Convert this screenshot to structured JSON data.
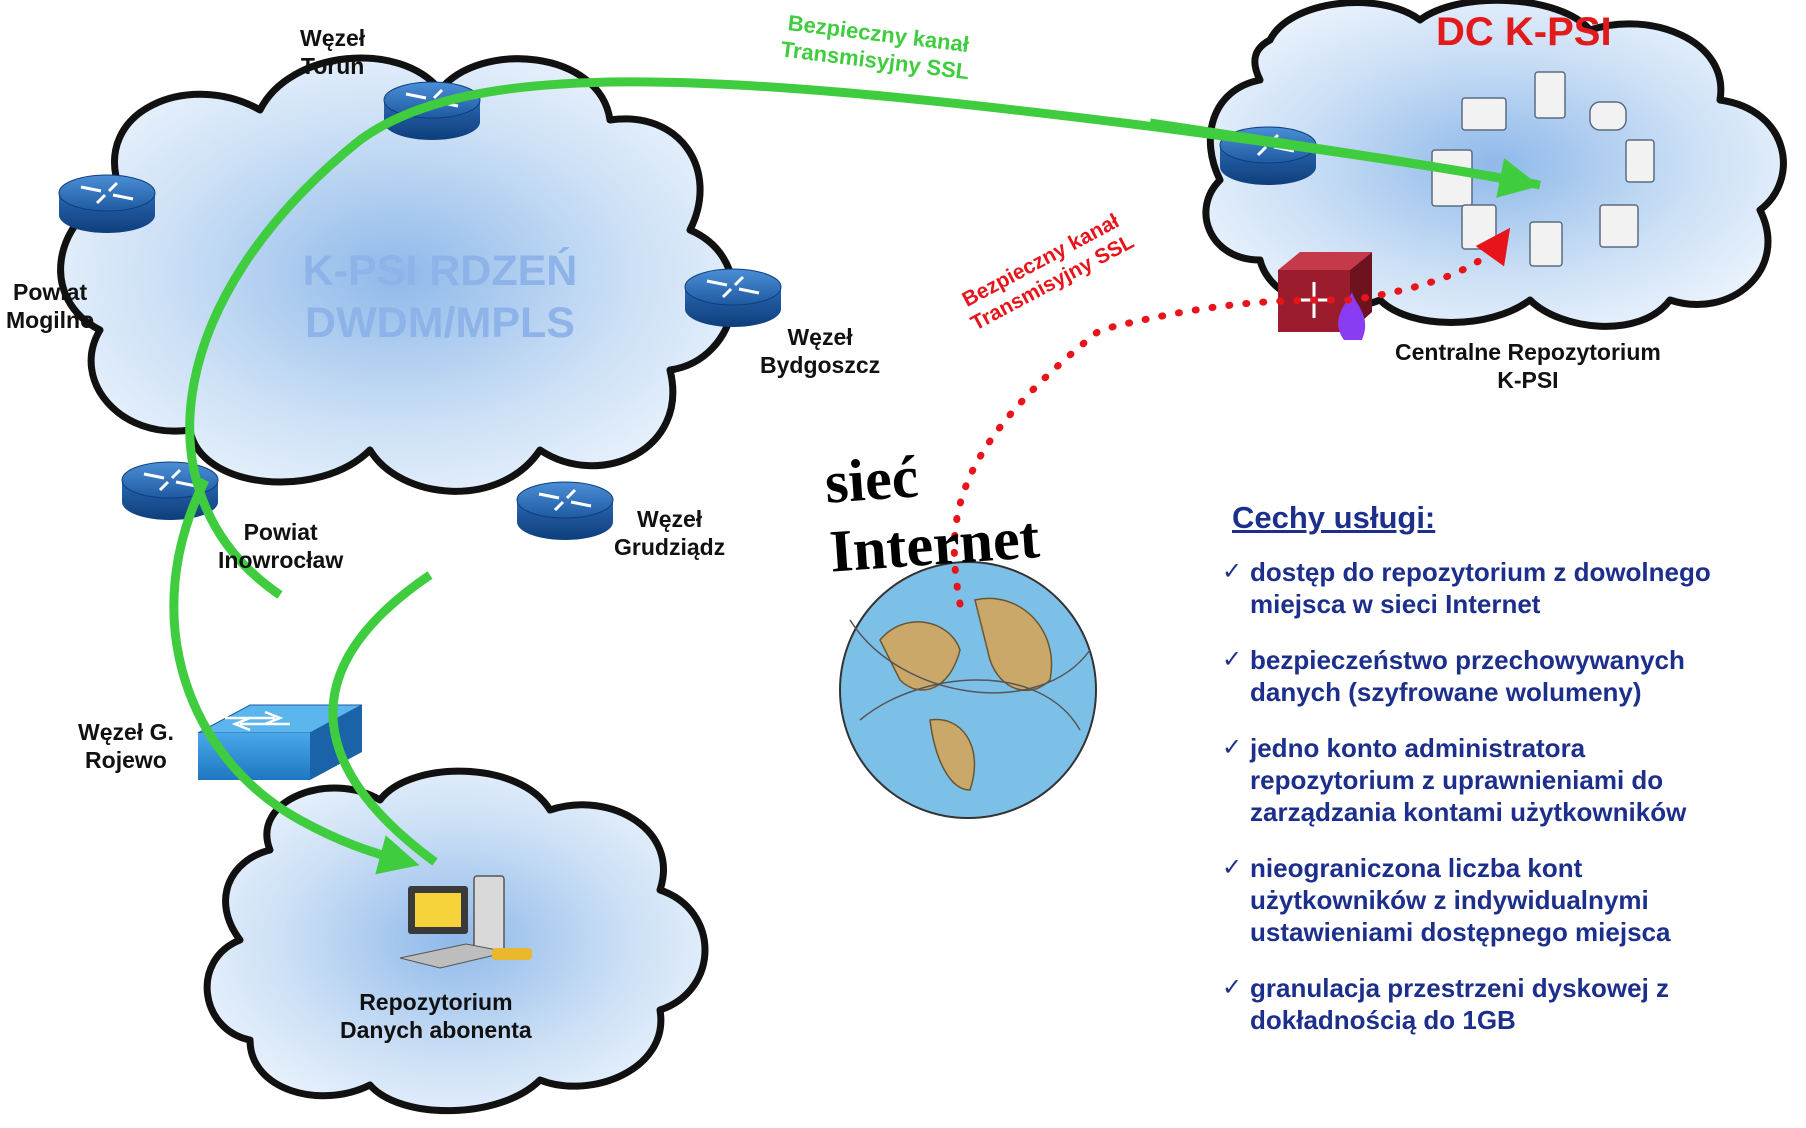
{
  "core": {
    "line1": "K-PSI RDZEŃ",
    "line2": "DWDM/MPLS"
  },
  "nodes": {
    "torun": [
      "Węzeł",
      "Toruń"
    ],
    "mogilno": [
      "Powiat",
      "Mogilno"
    ],
    "bydgoszcz": [
      "Węzeł",
      "Bydgoszcz"
    ],
    "inowroclaw": [
      "Powiat",
      "Inowrocław"
    ],
    "grudziadz": [
      "Węzeł",
      "Grudziądz"
    ],
    "rojewo": [
      "Węzeł G.",
      "Rojewo"
    ]
  },
  "subscriber_repo": [
    "Repozytorium",
    "Danych abonenta"
  ],
  "green_channel": [
    "Bezpieczny kanał",
    "Transmisyjny SSL"
  ],
  "red_channel": [
    "Bezpieczny kanał",
    "Transmisyjny SSL"
  ],
  "internet_label": "sieć Internet",
  "dc": {
    "title": "DC K-PSI",
    "repo_label": [
      "Centralne Repozytorium",
      "K-PSI"
    ]
  },
  "features": {
    "heading": "Cechy usługi:",
    "items": [
      [
        "dostęp do repozytorium z dowolnego",
        "miejsca w sieci Internet"
      ],
      [
        "bezpieczeństwo przechowywanych",
        "danych (szyfrowane wolumeny)"
      ],
      [
        "jedno konto administratora",
        "repozytorium z uprawnieniami do",
        "zarządzania kontami użytkowników"
      ],
      [
        "nieograniczona liczba kont",
        "użytkowników z indywidualnymi",
        "ustawieniami dostępnego miejsca"
      ],
      [
        "granulacja przestrzeni dyskowej z",
        "dokładnością do 1GB"
      ]
    ]
  },
  "colors": {
    "green": "#3fcd3f",
    "red": "#e8141b",
    "navy": "#1d2f8c",
    "router_blue": "#2f6fb8",
    "cloud_blue": "#c5dcf4"
  }
}
